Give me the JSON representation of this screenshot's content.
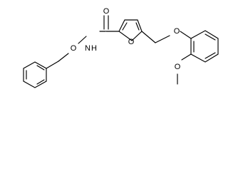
{
  "molecule": {
    "atoms": {
      "carbonyl_o": "O",
      "amide_n": "N",
      "amide_h": "H",
      "hydroxylamine_o": "O",
      "furan_o": "O",
      "ether_o": "O",
      "methoxy_o": "O"
    },
    "colors": {
      "bond": "#000000",
      "label": "#000000",
      "background": "#ffffff"
    }
  }
}
